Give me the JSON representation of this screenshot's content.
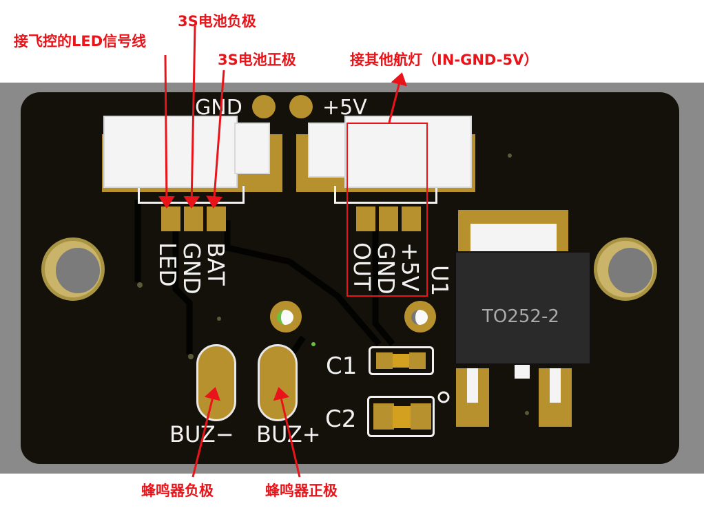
{
  "annotations": {
    "led_signal": "接飞控的LED信号线",
    "bat_negative": "3S电池负极",
    "bat_positive": "3S电池正极",
    "nav_lights": "接其他航灯（IN-GND-5V）",
    "buzzer_negative": "蜂鸣器负极",
    "buzzer_positive": "蜂鸣器正极"
  },
  "silkscreen": {
    "gnd": "GND",
    "plus5v": "+5V",
    "led": "LED",
    "gnd_left": "GND",
    "bat": "BAT",
    "out": "OUT",
    "gnd_right": "GND",
    "plus5v_right": "+5V",
    "u1": "U1",
    "package": "TO252-2",
    "c1": "C1",
    "c2": "C2",
    "buz_minus": "BUZ−",
    "buz_plus": "BUZ+"
  },
  "colors": {
    "annotation": "#e8141a",
    "copper": "#b8912f",
    "board": "#14110a"
  }
}
